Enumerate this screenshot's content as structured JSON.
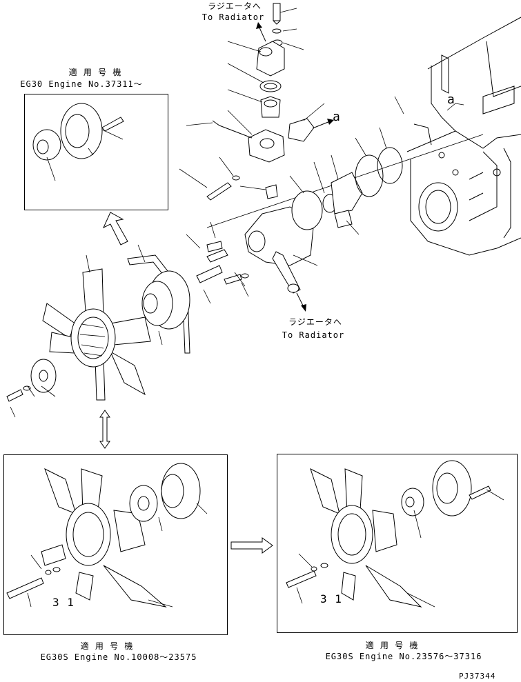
{
  "top_label": {
    "jp": "ラジエータへ",
    "en": "To Radiator"
  },
  "mid_label": {
    "jp": "ラジエータへ",
    "en": "To Radiator"
  },
  "ref_a": "a",
  "box_topleft": {
    "jp": "適 用 号 機",
    "en": "EG30 Engine No.37311～"
  },
  "box_bottomleft": {
    "jp": "適 用 号 機",
    "en": "EG30S Engine No.10008～23575",
    "item": "3 1"
  },
  "box_bottomright": {
    "jp": "適 用 号 機",
    "en": "EG30S Engine No.23576～37316",
    "item": "3 1"
  },
  "drawing_id": "PJ37344"
}
